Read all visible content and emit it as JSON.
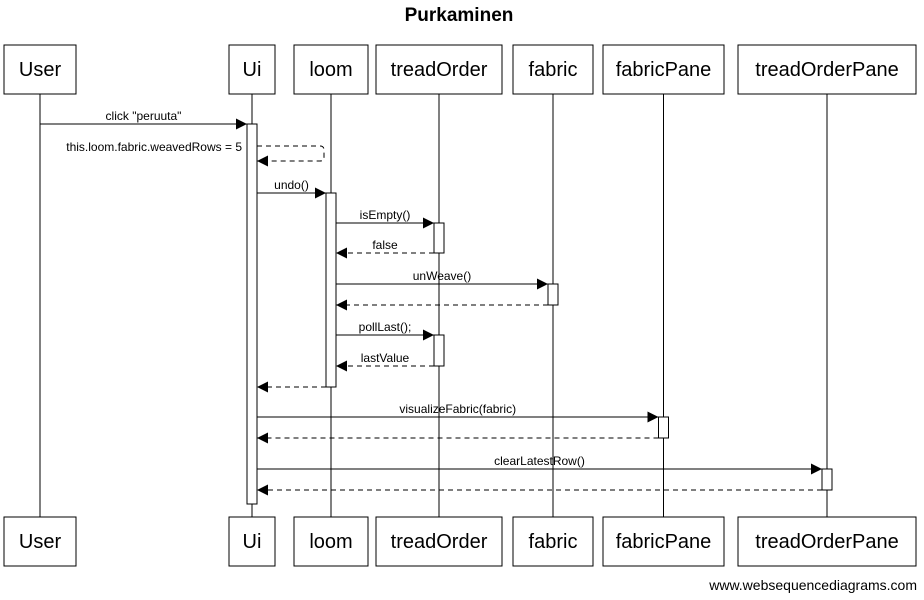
{
  "title": "Purkaminen",
  "footer": "www.websequencediagrams.com",
  "participants": [
    {
      "id": "user",
      "label": "User"
    },
    {
      "id": "ui",
      "label": "Ui"
    },
    {
      "id": "loom",
      "label": "loom"
    },
    {
      "id": "treadOrder",
      "label": "treadOrder"
    },
    {
      "id": "fabric",
      "label": "fabric"
    },
    {
      "id": "fabricPane",
      "label": "fabricPane"
    },
    {
      "id": "treadOrderPane",
      "label": "treadOrderPane"
    }
  ],
  "messages": [
    {
      "from": "user",
      "to": "ui",
      "label": "click \"peruuta\"",
      "kind": "call"
    },
    {
      "from": "ui",
      "to": "ui",
      "label": "this.loom.fabric.weavedRows = 5",
      "kind": "self-return"
    },
    {
      "from": "ui",
      "to": "loom",
      "label": "undo()",
      "kind": "call"
    },
    {
      "from": "loom",
      "to": "treadOrder",
      "label": "isEmpty()",
      "kind": "call"
    },
    {
      "from": "treadOrder",
      "to": "loom",
      "label": "false",
      "kind": "return"
    },
    {
      "from": "loom",
      "to": "fabric",
      "label": "unWeave()",
      "kind": "call"
    },
    {
      "from": "fabric",
      "to": "loom",
      "label": "",
      "kind": "return"
    },
    {
      "from": "loom",
      "to": "treadOrder",
      "label": "pollLast();",
      "kind": "call"
    },
    {
      "from": "treadOrder",
      "to": "loom",
      "label": "lastValue",
      "kind": "return"
    },
    {
      "from": "loom",
      "to": "ui",
      "label": "",
      "kind": "return"
    },
    {
      "from": "ui",
      "to": "fabricPane",
      "label": "visualizeFabric(fabric)",
      "kind": "call"
    },
    {
      "from": "fabricPane",
      "to": "ui",
      "label": "",
      "kind": "return"
    },
    {
      "from": "ui",
      "to": "treadOrderPane",
      "label": "clearLatestRow()",
      "kind": "call"
    },
    {
      "from": "treadOrderPane",
      "to": "ui",
      "label": "",
      "kind": "return"
    }
  ]
}
